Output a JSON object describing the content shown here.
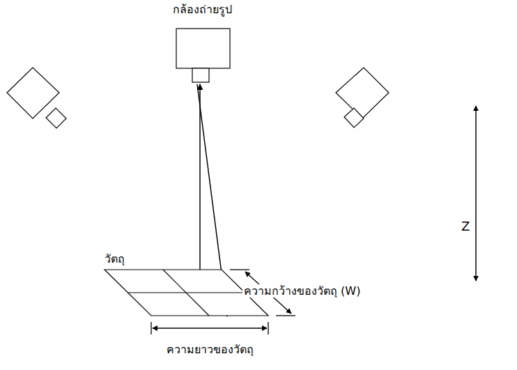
{
  "diagram": {
    "nodes": [
      {
        "text": [
          "กล้องถ่ายรูป"
        ]
      },
      {
        "text": [
          "วัตถุ"
        ]
      }
    ],
    "edges": [
      {
        "from": 1,
        "to": 0,
        "arrow": "to"
      },
      {
        "from": 0,
        "to": 1,
        "arrow": "to"
      }
    ],
    "labels": [
      "Z",
      "ความกว้างของวัตถุ (W)",
      "ความยาวของวัตถุ"
    ]
  }
}
